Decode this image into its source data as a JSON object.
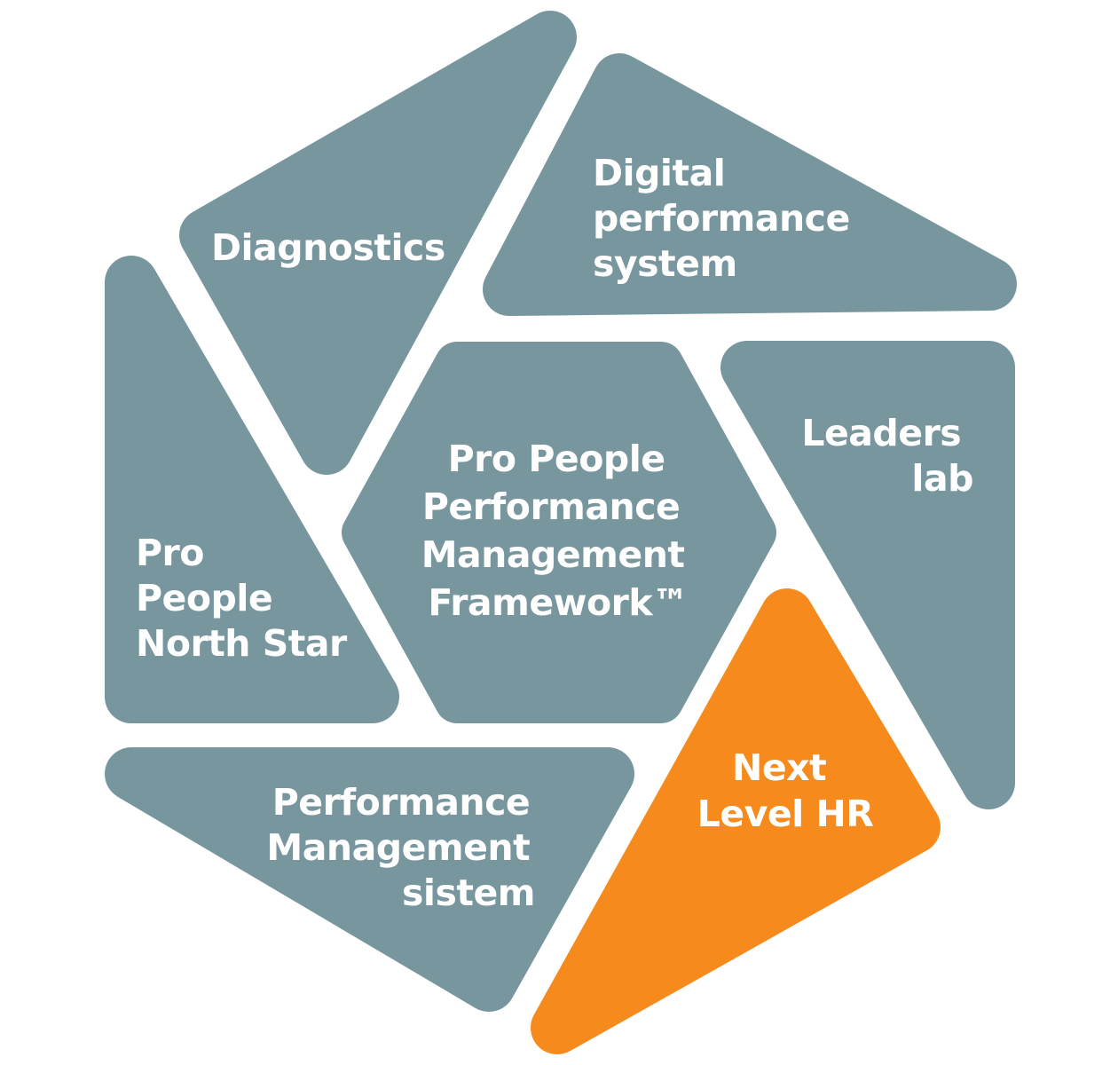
{
  "colors": {
    "segment": "#78969e",
    "highlight": "#f68a1c",
    "text": "#ffffff",
    "background": "#ffffff"
  },
  "segments": {
    "diagnostics": {
      "lines": [
        "Diagnostics"
      ]
    },
    "digital_performance_system": {
      "lines": [
        "Digital",
        "performance",
        "system"
      ]
    },
    "pro_people_north_star": {
      "lines": [
        "Pro",
        "People",
        "North Star"
      ]
    },
    "framework": {
      "lines": [
        "Pro People",
        "Performance",
        "Management",
        "Framework™"
      ]
    },
    "leaders_lab": {
      "lines": [
        "Leaders",
        "lab"
      ]
    },
    "next_level_hr": {
      "lines": [
        "Next",
        "Level HR"
      ]
    },
    "performance_management_sistem": {
      "lines": [
        "Performance",
        "Management",
        "sistem"
      ]
    }
  }
}
